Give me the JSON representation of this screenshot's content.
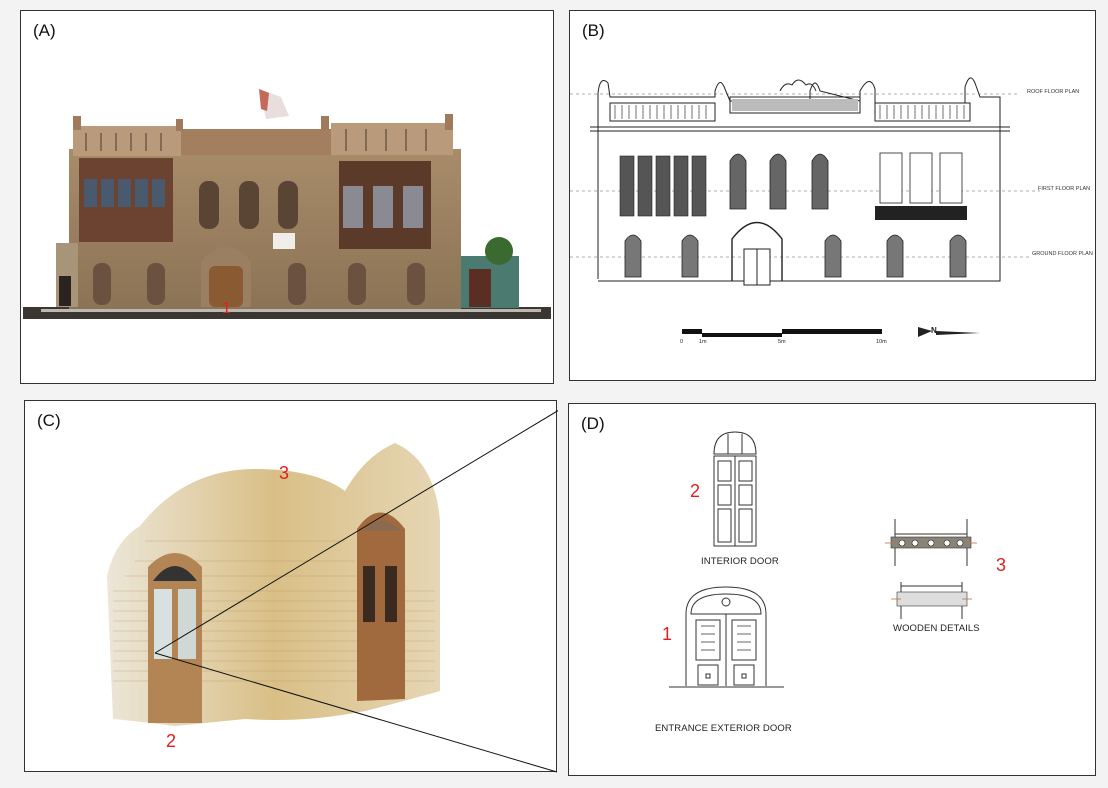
{
  "panels": {
    "A": {
      "label": "(A)",
      "marker": "1"
    },
    "B": {
      "label": "(B)",
      "levels": [
        "ROOF FLOOR PLAN",
        "FIRST FLOOR PLAN",
        "GROUND FLOOR PLAN"
      ],
      "scale_ticks": [
        "0",
        "1m",
        "5m",
        "10m"
      ],
      "north_label": "N"
    },
    "C": {
      "label": "(C)",
      "markers": [
        "3",
        "2"
      ]
    },
    "D": {
      "label": "(D)",
      "items": [
        {
          "number": "2",
          "caption": "INTERIOR DOOR"
        },
        {
          "number": "1",
          "caption": "ENTRANCE EXTERIOR DOOR"
        },
        {
          "number": "3",
          "caption": "WOODEN DETAILS"
        }
      ]
    }
  },
  "colors": {
    "marker": "#e02020",
    "border": "#333333",
    "background": "#f3f3f3"
  }
}
